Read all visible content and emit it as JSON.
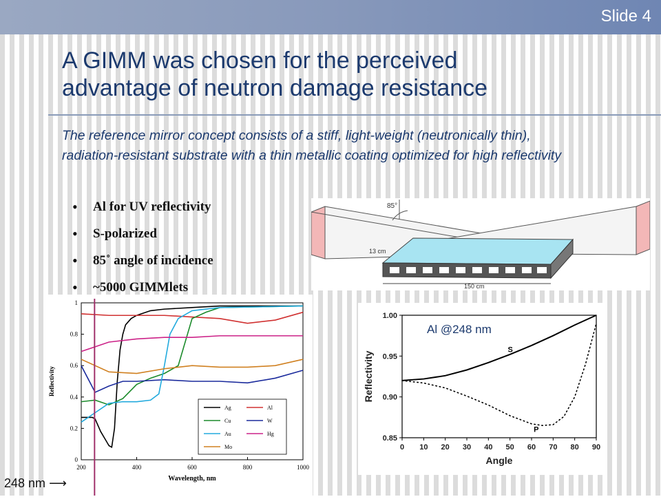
{
  "slide_number": "Slide 4",
  "title_line1": "A GIMM was chosen for the perceived",
  "title_line2": "advantage of neutron damage resistance",
  "subtitle": "The reference mirror concept consists of a stiff, light-weight (neutronically thin), radiation-resistant substrate with a thin metallic coating optimized for high reflectivity",
  "bullets": [
    "Al for UV reflectivity",
    "S-polarized",
    "85˚ angle of incidence",
    "~5000 GIMMlets"
  ],
  "diagram": {
    "angle_label": "85°",
    "height_label": "13 cm",
    "length_label": "150 cm"
  },
  "marker_label": "248 nm",
  "chart_data": [
    {
      "type": "line",
      "xlabel": "Wavelength, nm",
      "ylabel": "Reflectivity",
      "xlim": [
        200,
        1000
      ],
      "ylim": [
        0,
        1
      ],
      "xticks": [
        "200",
        "400",
        "600",
        "800",
        "1000"
      ],
      "yticks": [
        "0",
        "0.2",
        "0.4",
        "0.6",
        "0.8",
        "1"
      ],
      "legend_placement": "bottom-right",
      "vline": 248,
      "series": [
        {
          "name": "Ag",
          "color": "#000000",
          "x": [
            200,
            210,
            220,
            230,
            240,
            250,
            260,
            270,
            280,
            290,
            300,
            310,
            320,
            330,
            340,
            350,
            360,
            380,
            400,
            450,
            500,
            600,
            700,
            800,
            900,
            1000
          ],
          "y": [
            0.27,
            0.27,
            0.27,
            0.27,
            0.27,
            0.26,
            0.22,
            0.18,
            0.15,
            0.12,
            0.09,
            0.08,
            0.2,
            0.5,
            0.7,
            0.8,
            0.86,
            0.9,
            0.92,
            0.95,
            0.96,
            0.97,
            0.98,
            0.98,
            0.98,
            0.98
          ]
        },
        {
          "name": "Al",
          "color": "#d03030",
          "x": [
            200,
            300,
            400,
            500,
            600,
            700,
            800,
            900,
            1000
          ],
          "y": [
            0.93,
            0.92,
            0.92,
            0.92,
            0.91,
            0.9,
            0.87,
            0.89,
            0.94
          ]
        },
        {
          "name": "Cu",
          "color": "#1a8a2a",
          "x": [
            200,
            250,
            300,
            350,
            400,
            450,
            500,
            550,
            600,
            650,
            700,
            1000
          ],
          "y": [
            0.37,
            0.38,
            0.35,
            0.39,
            0.48,
            0.52,
            0.55,
            0.6,
            0.9,
            0.94,
            0.97,
            0.98
          ]
        },
        {
          "name": "W",
          "color": "#1a2a9c",
          "x": [
            200,
            250,
            300,
            350,
            400,
            500,
            600,
            700,
            800,
            900,
            1000
          ],
          "y": [
            0.6,
            0.43,
            0.47,
            0.5,
            0.5,
            0.51,
            0.5,
            0.5,
            0.49,
            0.52,
            0.57
          ]
        },
        {
          "name": "Au",
          "color": "#22aadd",
          "x": [
            200,
            250,
            300,
            350,
            400,
            450,
            480,
            500,
            520,
            550,
            600,
            700,
            1000
          ],
          "y": [
            0.24,
            0.3,
            0.36,
            0.37,
            0.37,
            0.38,
            0.42,
            0.6,
            0.8,
            0.9,
            0.95,
            0.97,
            0.98
          ]
        },
        {
          "name": "Hg",
          "color": "#cc2288",
          "x": [
            200,
            300,
            400,
            500,
            600,
            700,
            800,
            900,
            1000
          ],
          "y": [
            0.69,
            0.75,
            0.77,
            0.78,
            0.78,
            0.79,
            0.79,
            0.79,
            0.79
          ]
        },
        {
          "name": "Mo",
          "color": "#d08020",
          "x": [
            200,
            300,
            400,
            500,
            600,
            700,
            800,
            900,
            1000
          ],
          "y": [
            0.64,
            0.56,
            0.55,
            0.58,
            0.6,
            0.59,
            0.59,
            0.6,
            0.64
          ]
        }
      ]
    },
    {
      "type": "line",
      "title": "Al @248 nm",
      "xlabel": "Angle",
      "ylabel": "Reflectivity",
      "xlim": [
        0,
        90
      ],
      "ylim": [
        0.85,
        1.0
      ],
      "xticks": [
        "0",
        "10",
        "20",
        "30",
        "40",
        "50",
        "60",
        "70",
        "80",
        "90"
      ],
      "yticks": [
        "0.85",
        "0.90",
        "0.95",
        "1.00"
      ],
      "series": [
        {
          "name": "S",
          "style": "solid",
          "x": [
            0,
            10,
            20,
            30,
            40,
            50,
            60,
            70,
            80,
            90
          ],
          "y": [
            0.92,
            0.922,
            0.926,
            0.933,
            0.942,
            0.952,
            0.963,
            0.975,
            0.988,
            1.0
          ]
        },
        {
          "name": "P",
          "style": "dotted",
          "x": [
            0,
            10,
            20,
            30,
            40,
            50,
            60,
            65,
            70,
            75,
            80,
            85,
            90
          ],
          "y": [
            0.92,
            0.917,
            0.911,
            0.901,
            0.89,
            0.877,
            0.867,
            0.865,
            0.866,
            0.876,
            0.9,
            0.94,
            0.99
          ]
        }
      ]
    }
  ]
}
